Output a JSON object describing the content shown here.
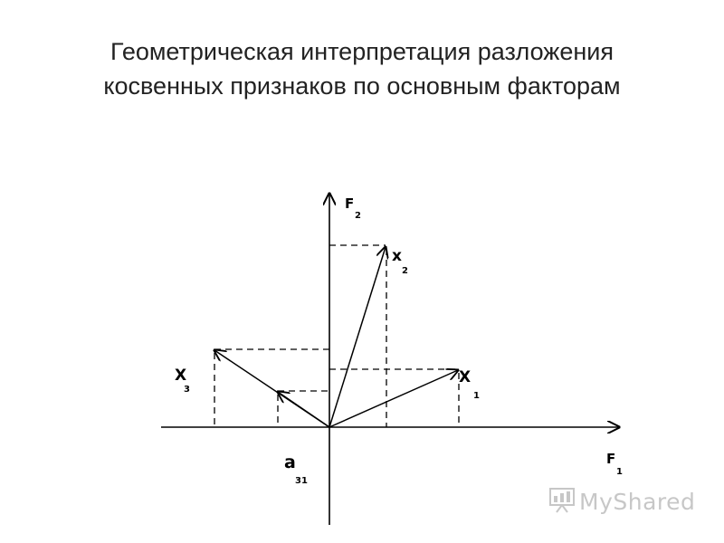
{
  "title": {
    "line1": "Геометрическая интерпретация разложения",
    "line2": "косвенных признаков по основным факторам"
  },
  "axes": {
    "f1": {
      "letter": "F",
      "sub": "1"
    },
    "f2": {
      "letter": "F",
      "sub": "2"
    }
  },
  "vectors": {
    "x1": {
      "letter": "X",
      "sub": "1"
    },
    "x2": {
      "letter": "x",
      "sub": "2"
    },
    "x3": {
      "letter": "X",
      "sub": "3"
    }
  },
  "loading_label": {
    "letter": "a",
    "sub": "31"
  },
  "watermark": {
    "text": "MyShared",
    "icon": "presentation-board-icon"
  },
  "colors": {
    "lines": "#000000",
    "title": "#222222",
    "watermark": "#9a9a9a"
  }
}
